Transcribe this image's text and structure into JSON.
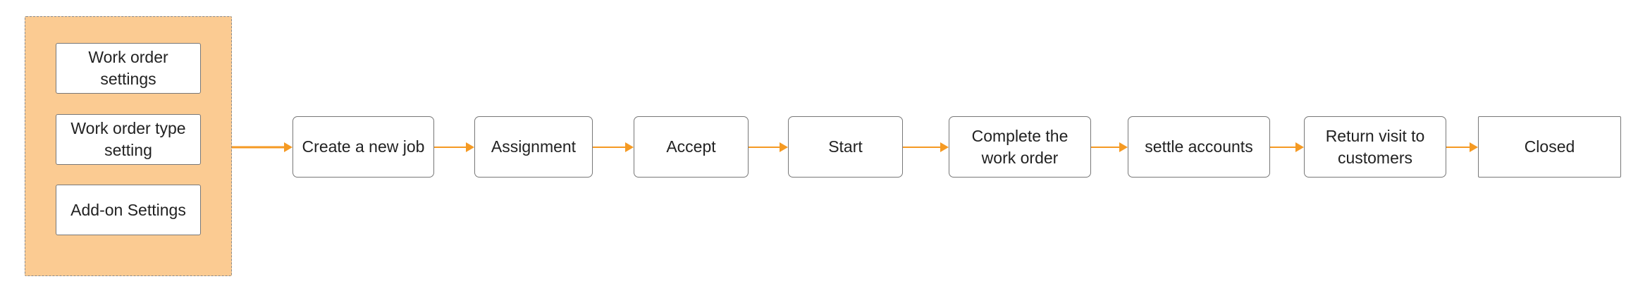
{
  "colors": {
    "group_fill": "#FBCB92",
    "group_border": "#8A8A8A",
    "arrow": "#F59A23",
    "box_border": "#777777",
    "text": "#222222"
  },
  "settings": [
    {
      "label": "Work order\nsettings"
    },
    {
      "label": "Work order type\nsetting"
    },
    {
      "label": "Add-on Settings"
    }
  ],
  "steps": [
    {
      "label": "Create a new job"
    },
    {
      "label": "Assignment"
    },
    {
      "label": "Accept"
    },
    {
      "label": "Start"
    },
    {
      "label": "Complete the\nwork order"
    },
    {
      "label": "settle accounts"
    },
    {
      "label": "Return visit to\ncustomers"
    },
    {
      "label": "Closed"
    }
  ]
}
